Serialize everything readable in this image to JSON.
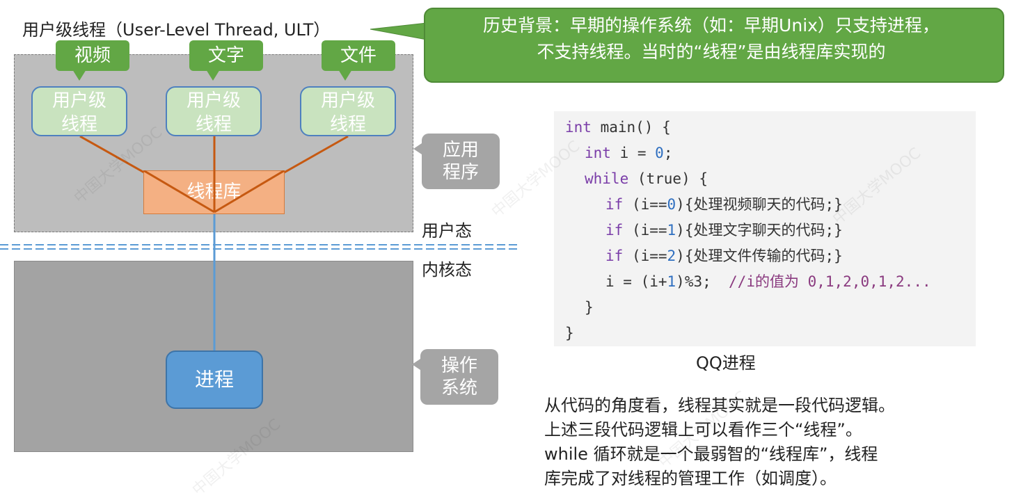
{
  "title": "用户级线程（User-Level Thread, ULT）",
  "callout": {
    "line1": "历史背景：早期的操作系统（如：早期Unix）只支持进程，",
    "line2": "不支持线程。当时的“线程”是由线程库实现的"
  },
  "tags": {
    "video": "视频",
    "text": "文字",
    "file": "文件"
  },
  "threads": [
    {
      "line1": "用户级",
      "line2": "线程"
    },
    {
      "line1": "用户级",
      "line2": "线程"
    },
    {
      "line1": "用户级",
      "line2": "线程"
    }
  ],
  "library": "线程库",
  "process": "进程",
  "side": {
    "app": {
      "line1": "应用",
      "line2": "程序"
    },
    "os": {
      "line1": "操作",
      "line2": "系统"
    }
  },
  "states": {
    "user": "用户态",
    "kernel": "内核态"
  },
  "code": {
    "l1": {
      "kw": "int",
      "rest": " main() {"
    },
    "l2": {
      "kw": "int",
      "rest": " i = ",
      "num": "0",
      "end": ";"
    },
    "l3": {
      "kw": "while",
      "rest": " (true) {"
    },
    "l4": {
      "kw": "if",
      "pre": " (i==",
      "num": "0",
      "rest": "){处理视频聊天的代码;}"
    },
    "l5": {
      "kw": "if",
      "pre": " (i==",
      "num": "1",
      "rest": "){处理文字聊天的代码;}"
    },
    "l6": {
      "kw": "if",
      "pre": " (i==",
      "num": "2",
      "rest": "){处理文件传输的代码;}"
    },
    "l7": {
      "pre": "i = (i+",
      "num": "1",
      "rest": ")%3;  ",
      "cmt": "//i的值为 0,1,2,0,1,2..."
    },
    "l8": "}",
    "l9": "}"
  },
  "caption": "QQ进程",
  "explanation": [
    "从代码的角度看，线程其实就是一段代码逻辑。",
    "上述三段代码逻辑上可以看作三个“线程”。",
    "while 循环就是一个最弱智的“线程库”，线程",
    "库完成了对线程的管理工作（如调度）。"
  ],
  "watermark": "中国大学MOOC",
  "colors": {
    "green": "#62a745",
    "blue": "#5b9bd5",
    "orange": "#f4b083",
    "line_orange": "#c65911"
  }
}
